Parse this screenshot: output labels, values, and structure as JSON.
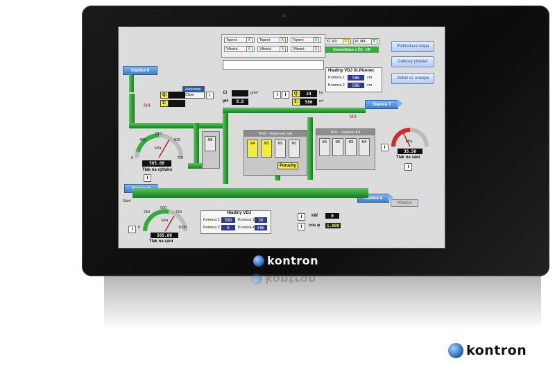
{
  "brand": {
    "name": "kontron"
  },
  "status_panel": {
    "rows": [
      [
        {
          "label": "Topení:",
          "state": "A"
        },
        {
          "label": "Topení:",
          "state": "A"
        },
        {
          "label": "Topení:",
          "state": "A"
        }
      ],
      [
        {
          "label": "Větrání:",
          "state": "A"
        },
        {
          "label": "Větrání:",
          "state": "A"
        },
        {
          "label": "Větrání:",
          "state": "A"
        }
      ]
    ],
    "kl": [
      {
        "label": "Kl. M3:",
        "state": "A"
      },
      {
        "label": "Kl. M4:",
        "state": "A"
      }
    ],
    "comm": "Komunikace s ČS - OK"
  },
  "nav": {
    "overview_map": "Přehledová mapa",
    "total_overview": "Celkový přehled",
    "energy": "Odběr el. energie"
  },
  "popup": {
    "items": [
      "Autocreen",
      "Close"
    ]
  },
  "stations": {
    "top_left": "Stanice 6",
    "top_right": "Stanice 7",
    "bottom_left": "Stanice 8",
    "bottom_right": "Stanice 8"
  },
  "flow_box": {
    "q_label": "Q:",
    "sum_label": "Σ:"
  },
  "cl_box": {
    "cl": "Cl",
    "cl_unit": "g/m³",
    "ph": "pH",
    "ph_val": "8.8"
  },
  "flow_box2": {
    "q_label": "Q:",
    "q_val": "24",
    "q_unit": "l/s",
    "sum_label": "Σ:",
    "sum_val": "586",
    "sum_unit": "m³"
  },
  "levels_top": {
    "title": "Hladiny VDJ St.Plzenec",
    "rows": [
      {
        "label": "Komora 1",
        "value": "586",
        "unit": "cm"
      },
      {
        "label": "Komora 2",
        "value": "586",
        "unit": "cm"
      }
    ]
  },
  "motor_labels": {
    "m4": "M4",
    "m3": "M3"
  },
  "cabinets": {
    "m5": "M5",
    "mid": {
      "title": "RS2 - Hyatronic mb",
      "mods": [
        "M4",
        "M3",
        "M2",
        "M1"
      ],
      "fault": "Poruchy"
    },
    "right": {
      "title": "RS1 - Hyamat K4",
      "mods": [
        "M1",
        "M2",
        "M3",
        "M4"
      ]
    }
  },
  "gauge_left": {
    "ticks": [
      "405",
      "510",
      "615",
      "0",
      "720",
      "kPa"
    ],
    "value": "585.60",
    "label": "Tlak na výtlaku"
  },
  "gauge_bottom": {
    "ticks": [
      "250",
      "500",
      "750",
      "0",
      "1000",
      "kPa"
    ],
    "value": "585.60",
    "label": "Tlak na sání"
  },
  "gauge_right": {
    "ticks": [
      "kPa"
    ],
    "value": "35.50",
    "label": "Tlak na sání"
  },
  "suction": "Sání",
  "priority_btn": "Přítlační",
  "levels_bottom": {
    "title": "Hladiny VDJ",
    "rows": [
      {
        "a_label": "Komora 1",
        "a_val": "586",
        "b_label": "Komora 3",
        "b_val": "36"
      },
      {
        "a_label": "Komora 2",
        "a_val": "0",
        "b_label": "Komora 4",
        "b_val": "586"
      }
    ]
  },
  "power": {
    "kw_label": "kW",
    "kw_val": "0",
    "cos_label": "cos φ",
    "cos_val": "1.000"
  },
  "i_label": "I"
}
